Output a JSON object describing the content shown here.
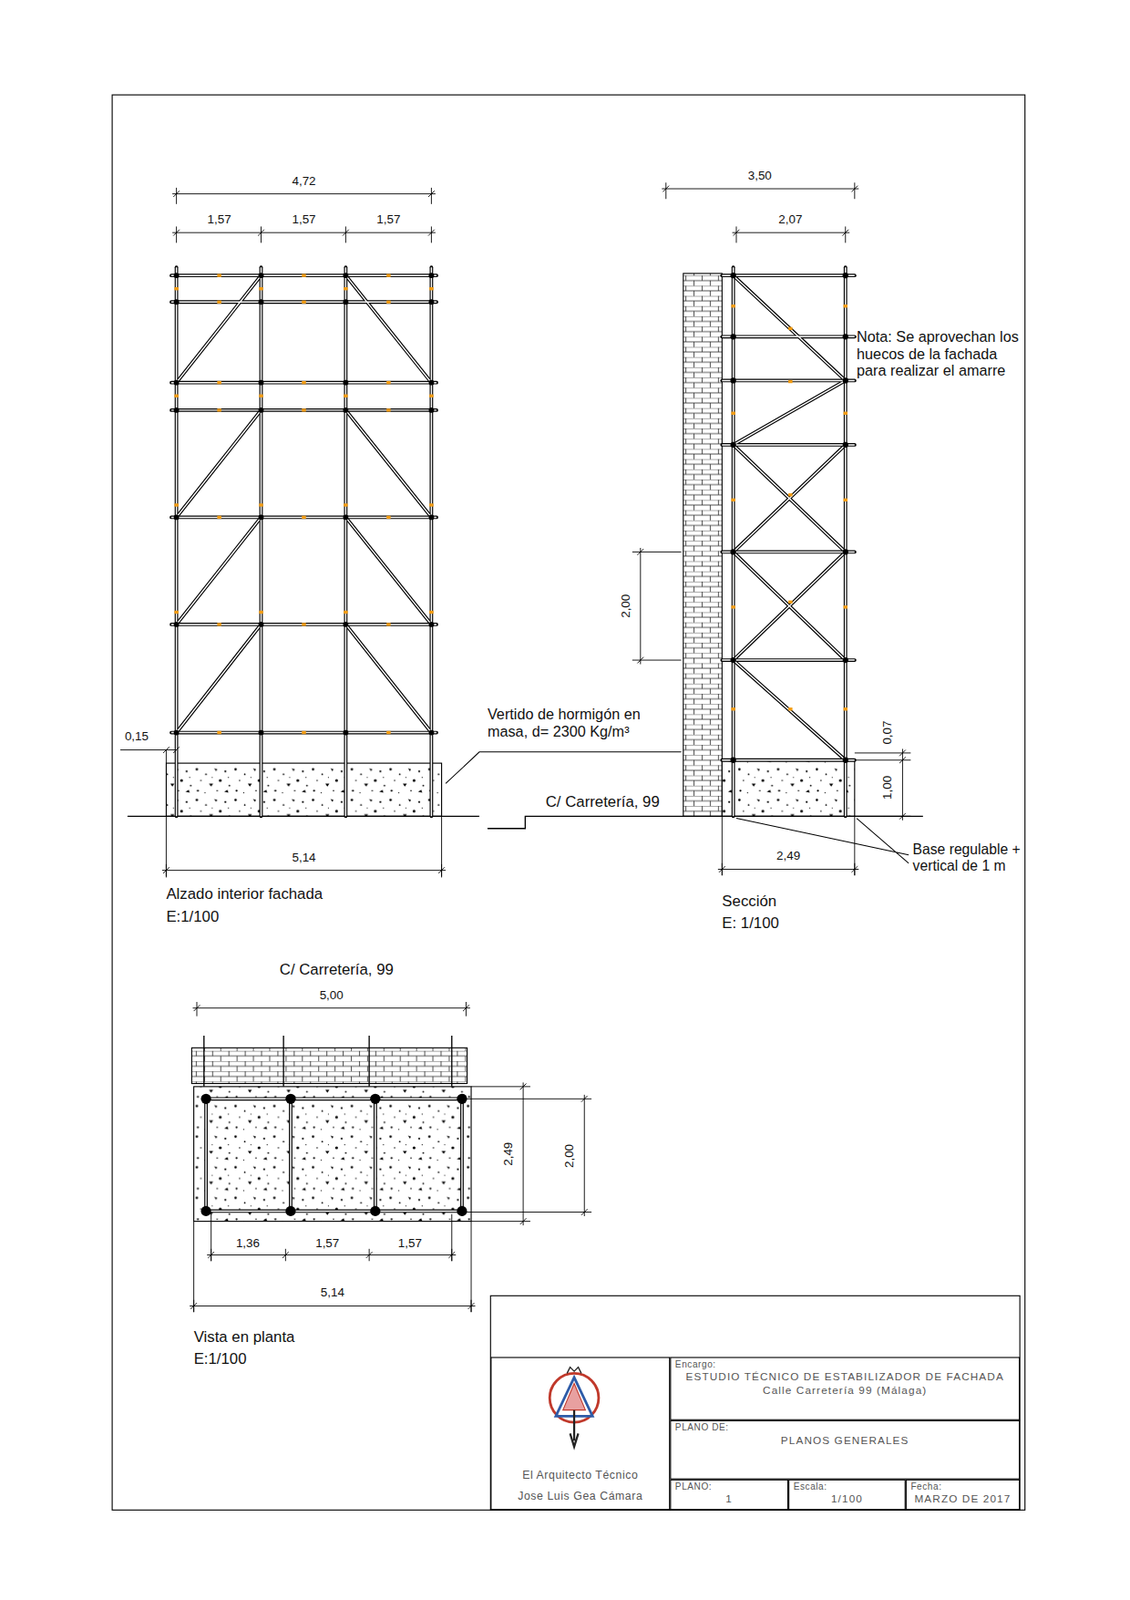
{
  "diagram": {
    "nodes": [
      {
        "text": [
          "Encargo:",
          "ESTUDIO TÉCNICO DE ESTABILIZADOR DE FACHADA",
          "Calle Carretería 99 (Málaga)"
        ]
      },
      {
        "text": [
          "PLANO DE:",
          "PLANOS GENERALES"
        ]
      },
      {
        "text": [
          "PLANO:",
          "1"
        ]
      },
      {
        "text": [
          "Escala:",
          "1/100"
        ]
      },
      {
        "text": [
          "Fecha:",
          "MARZO DE 2017"
        ]
      },
      {
        "text": [
          "El Arquitecto Técnico",
          "Jose Luis Gea Cámara"
        ]
      }
    ],
    "labels": [
      "4,72",
      "1,57",
      "1,57",
      "1,57",
      "3,50",
      "2,07",
      "Nota: Se aprovechan los huecos de la fachada para realizar el amarre",
      "2,00",
      "0,15",
      "Vertido de hormigón en masa, d= 2300 Kg/m³",
      "0,07",
      "1,00",
      "C/ Carretería, 99",
      "5,14",
      "2,49",
      "Base regulable + vertical de 1 m",
      "Alzado interior fachada",
      "E:1/100",
      "Sección",
      "E: 1/100",
      "C/ Carretería, 99",
      "5,00",
      "2,49",
      "2,00",
      "1,36",
      "1,57",
      "1,57",
      "5,14",
      "Vista en planta",
      "E:1/100"
    ]
  }
}
